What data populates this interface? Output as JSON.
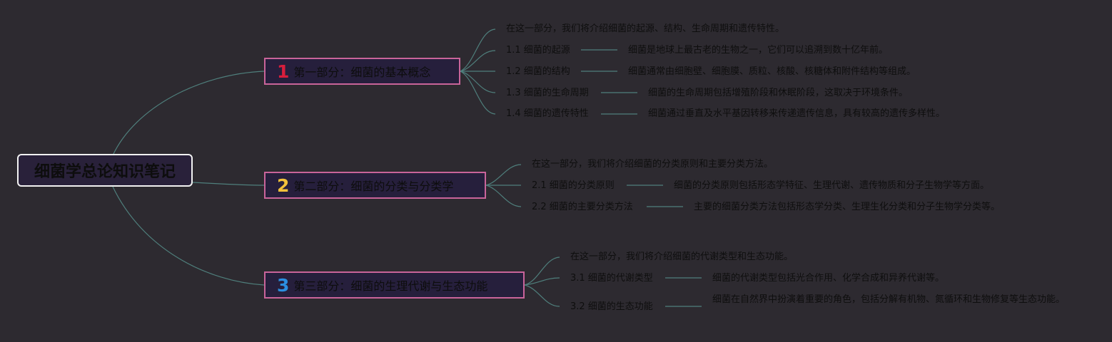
{
  "root": {
    "title": "细菌学总论知识笔记"
  },
  "branches": [
    {
      "number": "1",
      "badge_color": "#d81e3c",
      "title": "第一部分：细菌的基本概念",
      "intro": "在这一部分，我们将介绍细菌的起源、结构、生命周期和遗传特性。",
      "subs": [
        {
          "label": "1.1 细菌的起源",
          "detail": "细菌是地球上最古老的生物之一，它们可以追溯到数十亿年前。"
        },
        {
          "label": "1.2 细菌的结构",
          "detail": "细菌通常由细胞壁、细胞膜、质粒、核酸、核糖体和附件结构等组成。"
        },
        {
          "label": "1.3 细菌的生命周期",
          "detail": "细菌的生命周期包括增殖阶段和休眠阶段，这取决于环境条件。"
        },
        {
          "label": "1.4 细菌的遗传特性",
          "detail": "细菌通过垂直及水平基因转移来传递遗传信息，具有较高的遗传多样性。"
        }
      ]
    },
    {
      "number": "2",
      "badge_color": "#f3c13a",
      "title": "第二部分：细菌的分类与分类学",
      "intro": "在这一部分，我们将介绍细菌的分类原则和主要分类方法。",
      "subs": [
        {
          "label": "2.1 细菌的分类原则",
          "detail": "细菌的分类原则包括形态学特征、生理代谢、遗传物质和分子生物学等方面。"
        },
        {
          "label": "2.2 细菌的主要分类方法",
          "detail": "主要的细菌分类方法包括形态学分类、生理生化分类和分子生物学分类等。"
        }
      ]
    },
    {
      "number": "3",
      "badge_color": "#2b8fe0",
      "title": "第三部分：细菌的生理代谢与生态功能",
      "intro": "在这一部分，我们将介绍细菌的代谢类型和生态功能。",
      "subs": [
        {
          "label": "3.1 细菌的代谢类型",
          "detail": "细菌的代谢类型包括光合作用、化学合成和异养代谢等。"
        },
        {
          "label": "3.2 细菌的生态功能",
          "detail": "细菌在自然界中扮演着重要的角色，包括分解有机物、氮循环和生物修复等生态功能。"
        }
      ]
    }
  ],
  "colors": {
    "background": "#2d2a30",
    "connector": "#4f7f7c",
    "branch_border": "#c9649a",
    "branch_fill": "#261f3c"
  }
}
